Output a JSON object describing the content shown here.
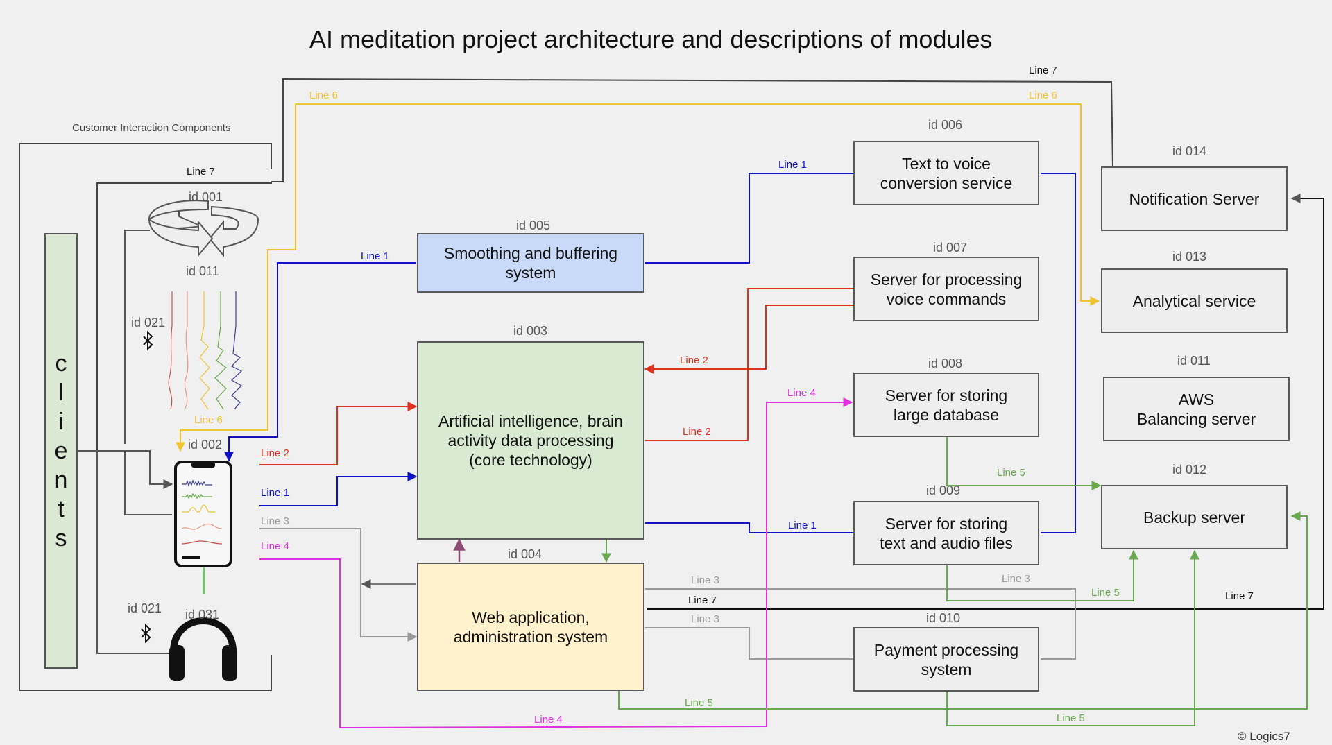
{
  "title": "AI meditation project architecture and descriptions of modules",
  "group_label": "Customer Interaction Components",
  "clients_letters": [
    "c",
    "l",
    "i",
    "e",
    "n",
    "t",
    "s"
  ],
  "copyright": "© Logics7",
  "modules": {
    "m005": {
      "id": "id 005",
      "text": "Smoothing and buffering\nsystem"
    },
    "m003": {
      "id": "id 003",
      "text": "Artificial intelligence, brain\nactivity data processing\n(core technology)"
    },
    "m004": {
      "id": "id 004",
      "text": "Web application,\nadministration system"
    },
    "m006": {
      "id": "id 006",
      "text": "Text to voice\nconversion service"
    },
    "m007": {
      "id": "id 007",
      "text": "Server for processing\nvoice commands"
    },
    "m008": {
      "id": "id 008",
      "text": "Server for storing\nlarge database"
    },
    "m009": {
      "id": "id 009",
      "text": "Server for storing\ntext and audio files"
    },
    "m010": {
      "id": "id 010",
      "text": "Payment processing\nsystem"
    },
    "m014": {
      "id": "id 014",
      "text": "Notification Server"
    },
    "m013": {
      "id": "id 013",
      "text": "Analytical service"
    },
    "m011b": {
      "id": "id 011",
      "text": "AWS\nBalancing server"
    },
    "m012": {
      "id": "id 012",
      "text": "Backup server"
    }
  },
  "client_ids": {
    "sync": "id 001",
    "waves": "id 011",
    "bt_top": "id 021",
    "phone": "id 002",
    "bt_bottom": "id 021",
    "headphones": "id 031"
  },
  "lines": {
    "line1": "Line 1",
    "line2": "Line 2",
    "line3": "Line 3",
    "line4": "Line 4",
    "line5": "Line 5",
    "line6": "Line 6",
    "line7": "Line 7"
  },
  "colors": {
    "line1": "#1010c8",
    "line2": "#e0301e",
    "line3": "#999999",
    "line4": "#e030e0",
    "line5": "#6aa84f",
    "line6": "#f1c232",
    "line7": "#222222",
    "box_blue": "#c9daf8",
    "box_green": "#d9ead3",
    "box_yellow": "#fff2cc",
    "clients_green": "#d9ead3"
  }
}
